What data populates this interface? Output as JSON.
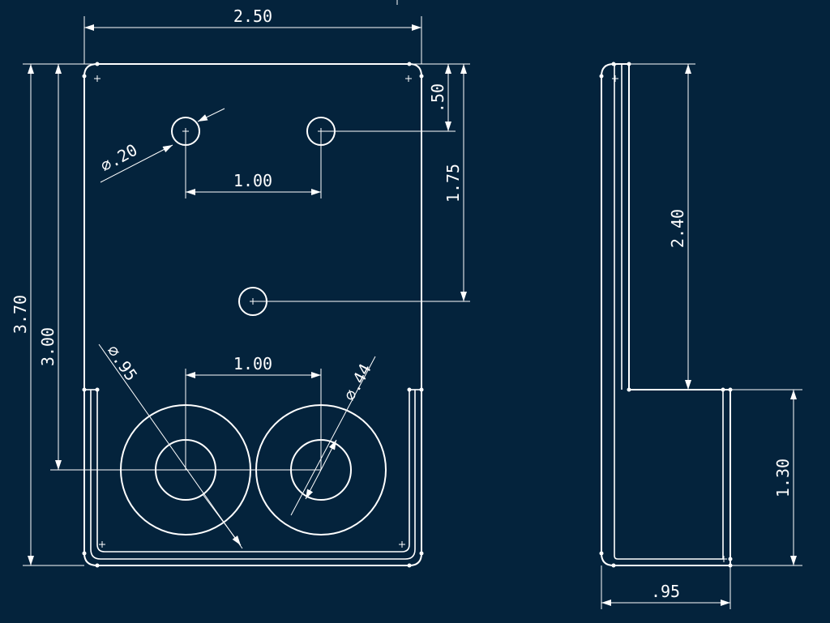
{
  "colors": {
    "background": "#04233c",
    "ink": "#ffffff"
  },
  "front_view": {
    "dim_width": "2.50",
    "dim_total_height": "3.70",
    "dim_lower_height": "3.00",
    "dim_top_offset": ".50",
    "dim_hole_spacing_vertical": "1.75",
    "dim_small_hole_dia": "⌀.20",
    "dim_top_hole_spacing": "1.00",
    "dim_boss_spacing": "1.00",
    "dim_boss_outer_dia": "⌀.95",
    "dim_boss_inner_dia": "⌀.44"
  },
  "side_view": {
    "dim_upper_height": "2.40",
    "dim_lower_height": "1.30",
    "dim_depth": ".95"
  }
}
